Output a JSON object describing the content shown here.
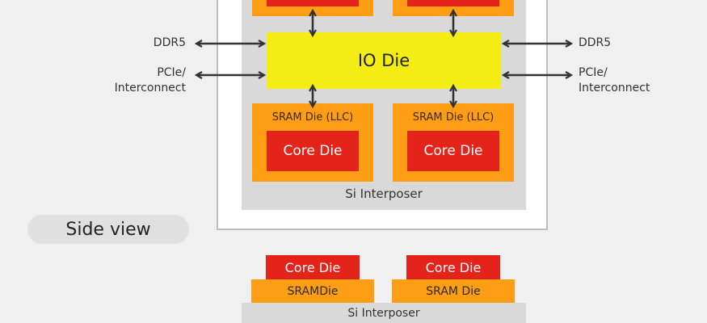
{
  "top_view": {
    "ddr5_left": "DDR5",
    "pcie_left_line1": "PCIe/",
    "pcie_left_line2": "Interconnect",
    "ddr5_right": "DDR5",
    "pcie_right_line1": "PCIe/",
    "pcie_right_line2": "Interconnect",
    "io_die": "IO Die",
    "sram_left": "SRAM Die (LLC)",
    "sram_right": "SRAM Die (LLC)",
    "core_left": "Core Die",
    "core_right": "Core Die",
    "interposer": "Si Interposer"
  },
  "side_view": {
    "title": "Side view",
    "core_left": "Core Die",
    "core_right": "Core Die",
    "sram_left": "SRAMDie",
    "sram_right": "SRAM Die",
    "interposer": "Si Interposer"
  },
  "colors": {
    "core_die": "#e4231b",
    "sram_die": "#ff9d14",
    "io_die": "#f4ec15",
    "interposer": "#d9d9d9",
    "arrow": "#333333"
  }
}
